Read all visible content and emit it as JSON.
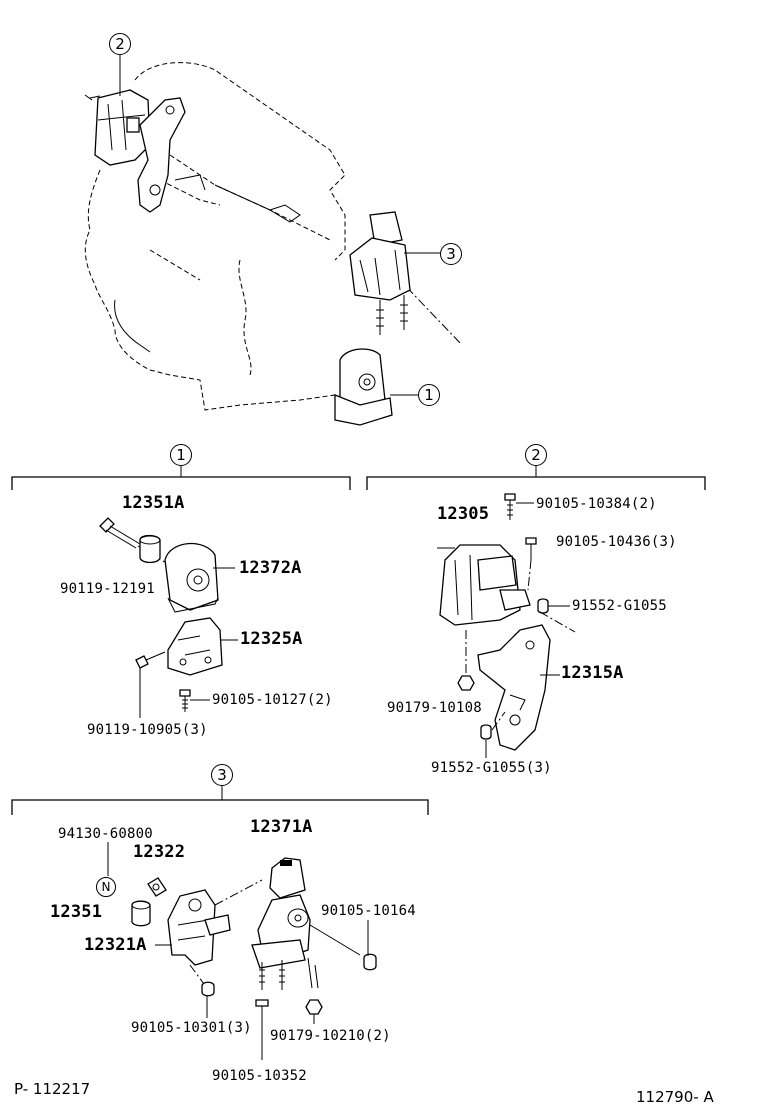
{
  "callouts": {
    "top_2": "2",
    "top_3": "3",
    "top_1": "1",
    "sec1": "1",
    "sec2": "2",
    "sec3": "3"
  },
  "section1": {
    "parts": [
      "12351A",
      "12372A",
      "12325A"
    ],
    "bolts": [
      "90119-12191",
      "90119-10905(3)",
      "90105-10127(2)"
    ]
  },
  "section2": {
    "parts": [
      "12305",
      "12315A"
    ],
    "bolts": [
      "90105-10384(2)",
      "90105-10436(3)",
      "91552-G1055",
      "90179-10108",
      "91552-G1055(3)"
    ]
  },
  "section3": {
    "parts": [
      "12371A",
      "12322",
      "12351",
      "12321A"
    ],
    "bolts": [
      "94130-60800",
      "90105-10164",
      "90105-10301(3)",
      "90179-10210(2)",
      "90105-10352"
    ],
    "nut_mark": "N"
  },
  "footer": {
    "left": "P- 112217",
    "right": "112790- A"
  }
}
